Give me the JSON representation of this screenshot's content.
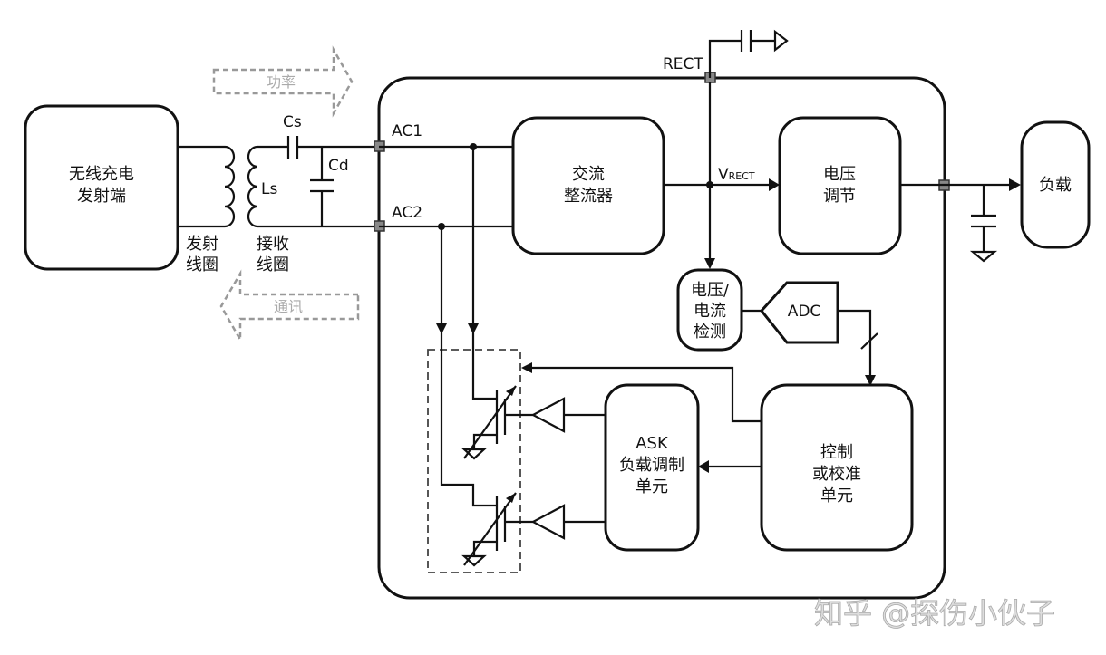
{
  "title": "无线充电接收端框图",
  "blocks": {
    "transmitter": [
      "无线充电",
      "发射端"
    ],
    "tx_coil": [
      "发射",
      "线圈"
    ],
    "rx_coil": [
      "接收",
      "线圈"
    ],
    "rectifier": [
      "交流",
      "整流器"
    ],
    "regulator": [
      "电压",
      "调节"
    ],
    "load": "负载",
    "sense": [
      "电压/",
      "电流",
      "检测"
    ],
    "adc": "ADC",
    "ask": [
      "ASK",
      "负载调制",
      "单元"
    ],
    "control": [
      "控制",
      "或校准",
      "单元"
    ]
  },
  "labels": {
    "cs": "Cs",
    "cd": "Cd",
    "ls": "Ls",
    "ac1": "AC1",
    "ac2": "AC2",
    "rect": "RECT",
    "vrect_main": "V",
    "vrect_sub": "RECT"
  },
  "arrows": {
    "power": "功率",
    "comm": "通讯"
  },
  "watermark": "知乎 @探伤小伙子"
}
